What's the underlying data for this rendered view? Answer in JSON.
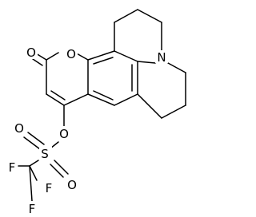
{
  "molecule": {
    "atoms": [
      {
        "id": "O1",
        "label": "O"
      },
      {
        "id": "O2",
        "label": "O"
      },
      {
        "id": "N1",
        "label": "N"
      },
      {
        "id": "O3",
        "label": "O"
      },
      {
        "id": "S1",
        "label": "S"
      },
      {
        "id": "O4",
        "label": "O"
      },
      {
        "id": "O5",
        "label": "O"
      },
      {
        "id": "F1",
        "label": "F"
      },
      {
        "id": "F2",
        "label": "F"
      },
      {
        "id": "F3",
        "label": "F"
      }
    ]
  }
}
